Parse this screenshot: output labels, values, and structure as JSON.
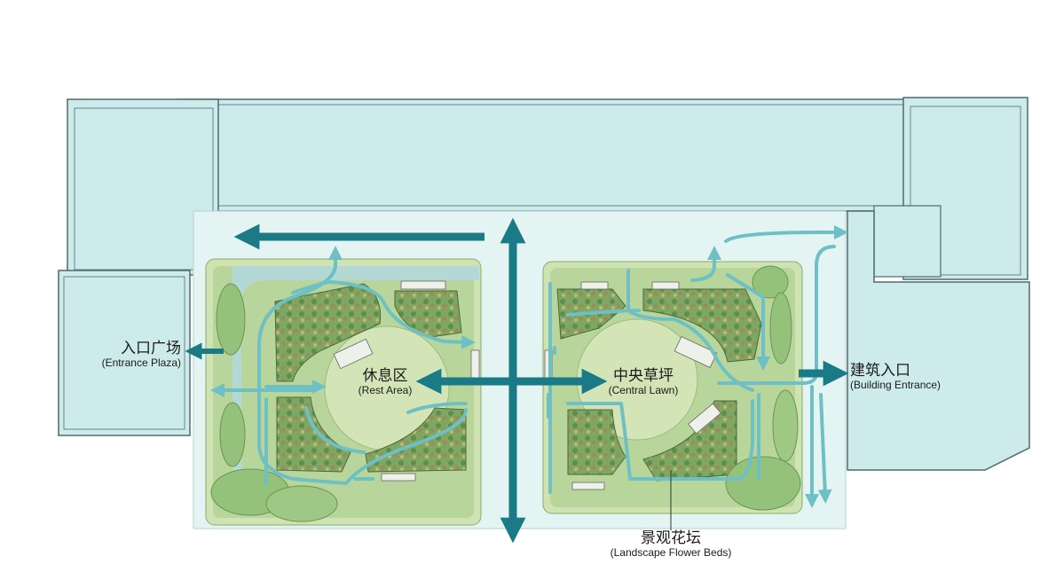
{
  "labels": {
    "entrance_plaza": {
      "zh": "入口广场",
      "en": "(Entrance Plaza)"
    },
    "rest_area": {
      "zh": "休息区",
      "en": "(Rest Area)"
    },
    "central_lawn": {
      "zh": "中央草坪",
      "en": "(Central Lawn)"
    },
    "building_entrance": {
      "zh": "建筑入口",
      "en": "(Building Entrance)"
    },
    "flower_beds": {
      "zh": "景观花坛",
      "en": "(Landscape Flower Beds)"
    }
  },
  "colors": {
    "building": "#cdebea",
    "building_stroke": "#4d6b72",
    "plaza_bg": "#e4f4f3",
    "lawn": "#d3e4b7",
    "grass": "#a9cf8e",
    "bed": "#7ea764",
    "path": "#a7dad7",
    "main_arrow": "#1a7a85",
    "minor_arrow": "#6fc0c4"
  }
}
